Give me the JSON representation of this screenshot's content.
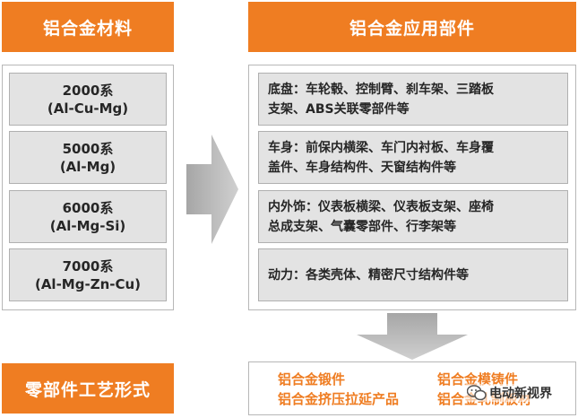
{
  "headers": {
    "materials": "铝合金材料",
    "applications": "铝合金应用部件",
    "process_forms": "零部件工艺形式"
  },
  "materials": [
    {
      "series": "2000系",
      "composition": "(Al-Cu-Mg)"
    },
    {
      "series": "5000系",
      "composition": "(Al-Mg)"
    },
    {
      "series": "6000系",
      "composition": "(Al-Mg-Si)"
    },
    {
      "series": "7000系",
      "composition": "(Al-Mg-Zn-Cu)"
    }
  ],
  "applications": [
    {
      "line1": "底盘：车轮毂、控制臂、刹车架、三踏板",
      "line2": "支架、ABS关联零部件等"
    },
    {
      "line1": "车身：前保内横梁、车门内衬板、车身覆",
      "line2": "盖件、车身结构件、天窗结构件等"
    },
    {
      "line1": "内外饰：仪表板横梁、仪表板支架、座椅",
      "line2": "总成支架、气囊零部件、行李架等"
    },
    {
      "line1": "动力：各类壳体、精密尺寸结构件等",
      "line2": ""
    }
  ],
  "process_forms": [
    "铝合金锻件",
    "铝合金模铸件",
    "铝合金挤压拉延产品",
    "铝合金轧制板材"
  ],
  "watermark": "电动新视界",
  "colors": {
    "accent": "#ef7d22",
    "box_fill": "#e3e3e3",
    "arrow_fill": "#bfbfbf"
  }
}
